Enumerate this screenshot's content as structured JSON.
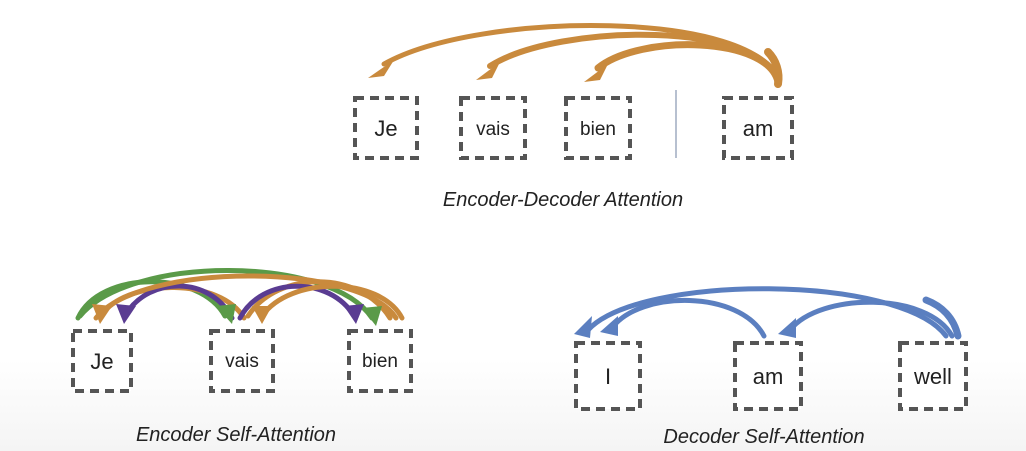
{
  "encoder_decoder": {
    "caption": "Encoder-Decoder Attention",
    "source_tokens": [
      "Je",
      "vais",
      "bien"
    ],
    "target_tokens": [
      "am"
    ]
  },
  "encoder_self": {
    "caption": "Encoder Self-Attention",
    "tokens": [
      "Je",
      "vais",
      "bien"
    ]
  },
  "decoder_self": {
    "caption": "Decoder Self-Attention",
    "tokens": [
      "I",
      "am",
      "well"
    ]
  },
  "colors": {
    "orange": "#c98a3d",
    "green": "#5a9a48",
    "purple": "#5a3c92",
    "blue": "#5b7fc0",
    "box_border": "#555555"
  }
}
